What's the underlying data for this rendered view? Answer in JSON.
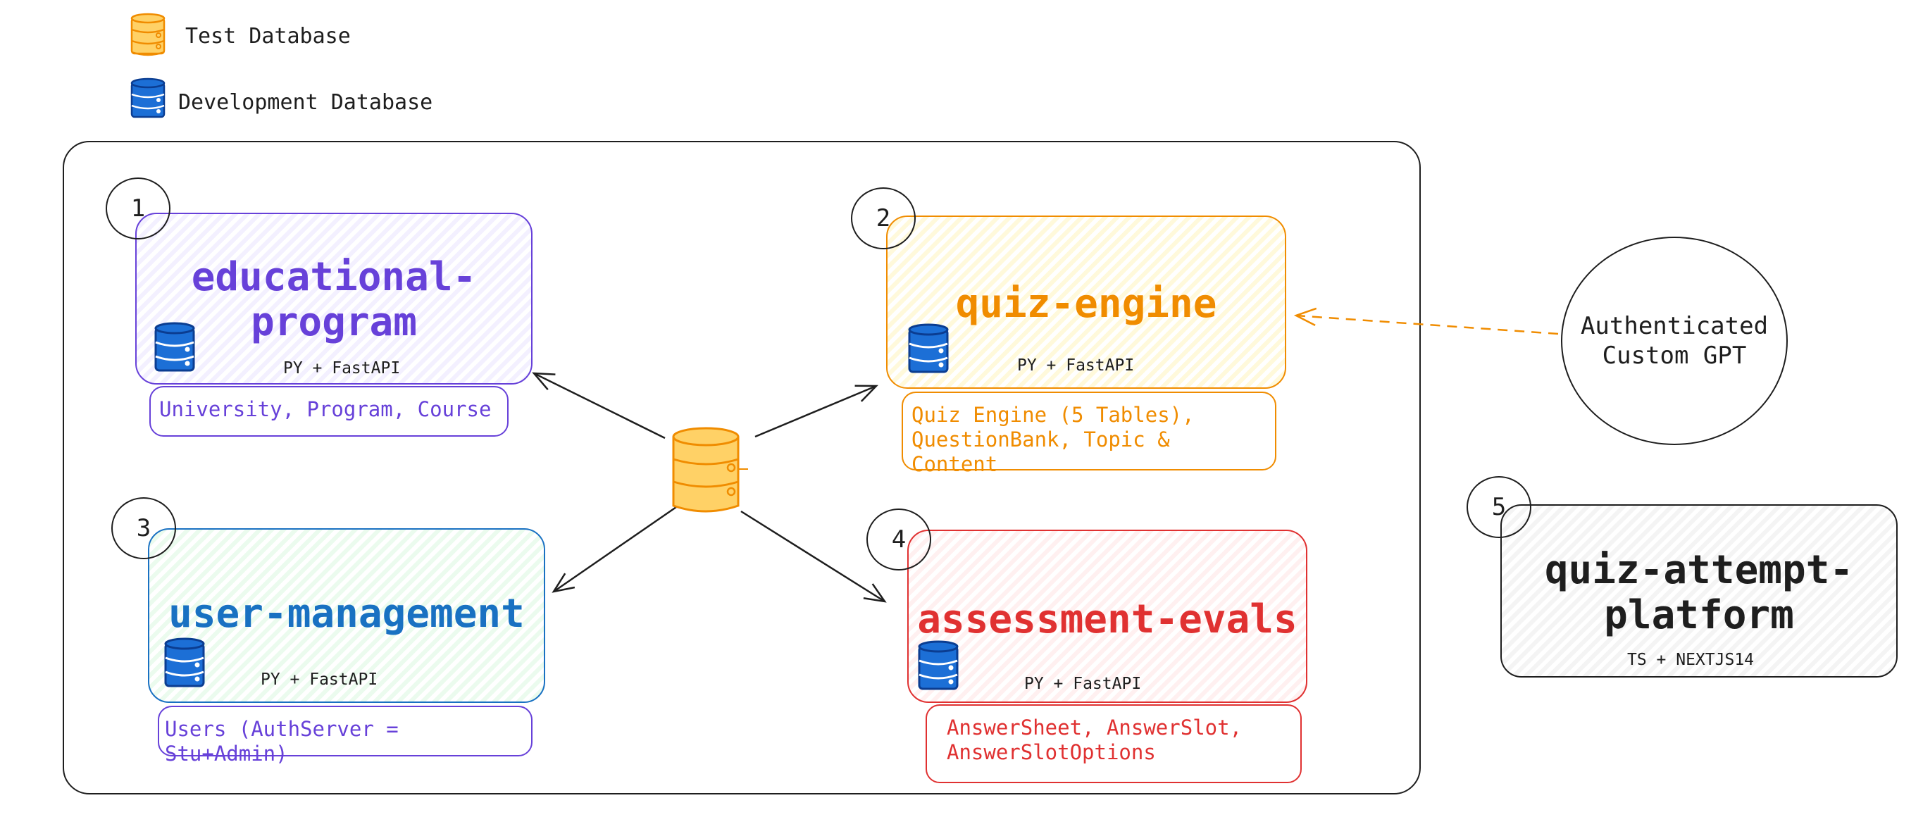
{
  "legend": {
    "test_db_label": "Test Database",
    "dev_db_label": "Development Database",
    "test_db_icon": "database-icon-yellow",
    "dev_db_icon": "database-icon-blue"
  },
  "colors": {
    "purple": "#6741d9",
    "orange": "#f08c00",
    "blue": "#1971c2",
    "red": "#e03131",
    "db_blue": "#1c6fd6",
    "db_yellow": "#ffd166"
  },
  "services": [
    {
      "number": "1",
      "title": "educational-\nprogram",
      "tech": "PY + FastAPI",
      "tables": "University, Program, Course"
    },
    {
      "number": "2",
      "title": "quiz-engine",
      "tech": "PY + FastAPI",
      "tables": "Quiz Engine (5 Tables),\nQuestionBank, Topic & Content"
    },
    {
      "number": "3",
      "title": "user-management",
      "tech": "PY + FastAPI",
      "tables": "Users (AuthServer = Stu+Admin)"
    },
    {
      "number": "4",
      "title": "assessment-evals",
      "tech": "PY + FastAPI",
      "tables": "AnswerSheet, AnswerSlot,\nAnswerSlotOptions"
    },
    {
      "number": "5",
      "title": "quiz-attempt-\nplatform",
      "tech": "TS + NEXTJS14"
    }
  ],
  "gpt": {
    "label": "Authenticated\nCustom GPT"
  }
}
